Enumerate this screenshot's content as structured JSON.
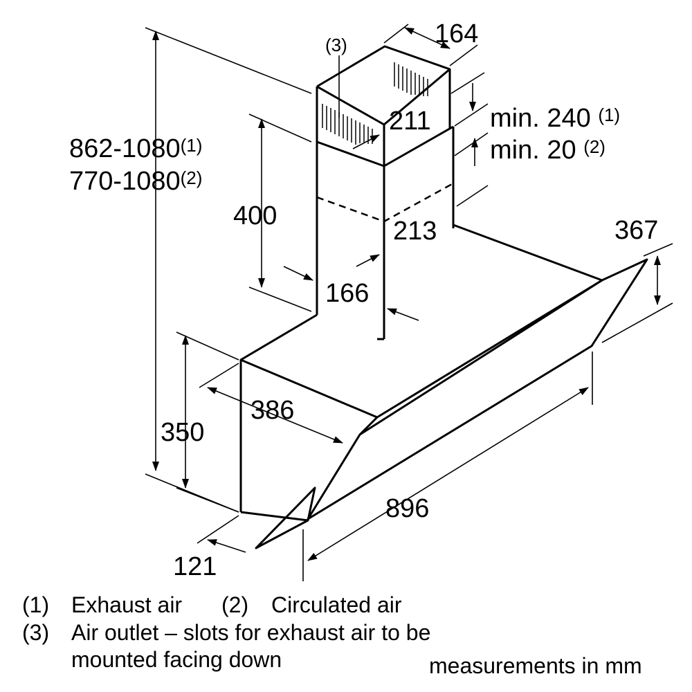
{
  "dimensions": {
    "width_top": "164",
    "chimney_upper_depth": "211",
    "chimney_lower_depth": "213",
    "chimney_width": "166",
    "chimney_overlap": "400",
    "total_height_exhaust": "862-1080",
    "total_height_exhaust_note": "(1)",
    "total_height_circulated": "770-1080",
    "total_height_circulated_note": "(2)",
    "min_exhaust": "min. 240",
    "min_exhaust_note": "(1)",
    "min_circulated": "min. 20",
    "min_circulated_note": "(2)",
    "glass_height": "367",
    "body_height": "350",
    "body_depth": "386",
    "front_depth": "121",
    "width": "896",
    "air_outlet_ref": "(3)"
  },
  "legend": {
    "l1_num": "(1)",
    "l1_text": "Exhaust air",
    "l2_num": "(2)",
    "l2_text": "Circulated air",
    "l3_num": "(3)",
    "l3_text_line1": "Air outlet – slots for exhaust air to be",
    "l3_text_line2": "mounted facing down",
    "units": "measurements in mm"
  }
}
